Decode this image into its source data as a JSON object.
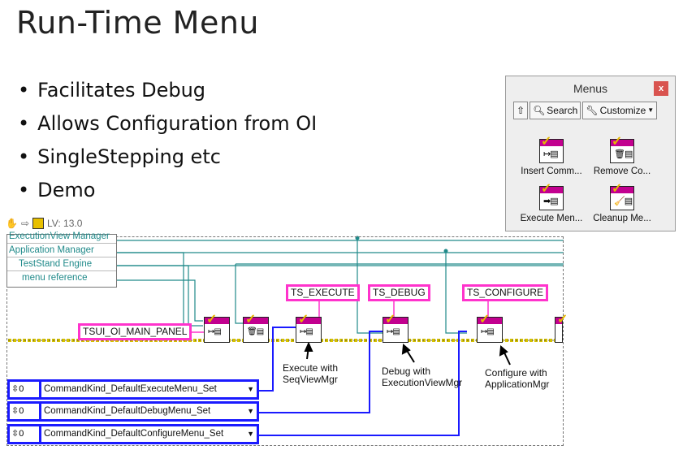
{
  "title": "Run-Time Menu",
  "bullets": [
    "Facilitates Debug",
    "Allows Configuration from OI",
    "SingleStepping etc",
    "Demo"
  ],
  "palette": {
    "title": "Menus",
    "close": "x",
    "up_icon": "up-arrow-icon",
    "search_label": "Search",
    "customize_label": "Customize",
    "items": [
      {
        "label": "Insert Comm..."
      },
      {
        "label": "Remove Co..."
      },
      {
        "label": "Execute Men..."
      },
      {
        "label": "Cleanup Me..."
      }
    ]
  },
  "lv": {
    "version": "LV: 13.0",
    "refs": [
      "ExecutionView Manager",
      "Application Manager",
      "TestStand Engine",
      "menu reference"
    ],
    "panel_const": "TSUI_OI_MAIN_PANEL",
    "constants": [
      "TS_EXECUTE",
      "TS_DEBUG",
      "TS_CONFIGURE"
    ],
    "notes": {
      "execute": "Execute with\nSeqViewMgr",
      "debug": "Debug with\nExecutionViewMgr",
      "configure": "Configure with\nApplicationMgr"
    },
    "enums": [
      {
        "num": "0",
        "value": "CommandKind_DefaultExecuteMenu_Set"
      },
      {
        "num": "0",
        "value": "CommandKind_DefaultDebugMenu_Set"
      },
      {
        "num": "0",
        "value": "CommandKind_DefaultConfigureMenu_Set"
      }
    ],
    "colors": {
      "string": "#ff33cc",
      "enum": "#1a1aff",
      "ref": "#208a8a",
      "error": "#d4c000"
    }
  }
}
